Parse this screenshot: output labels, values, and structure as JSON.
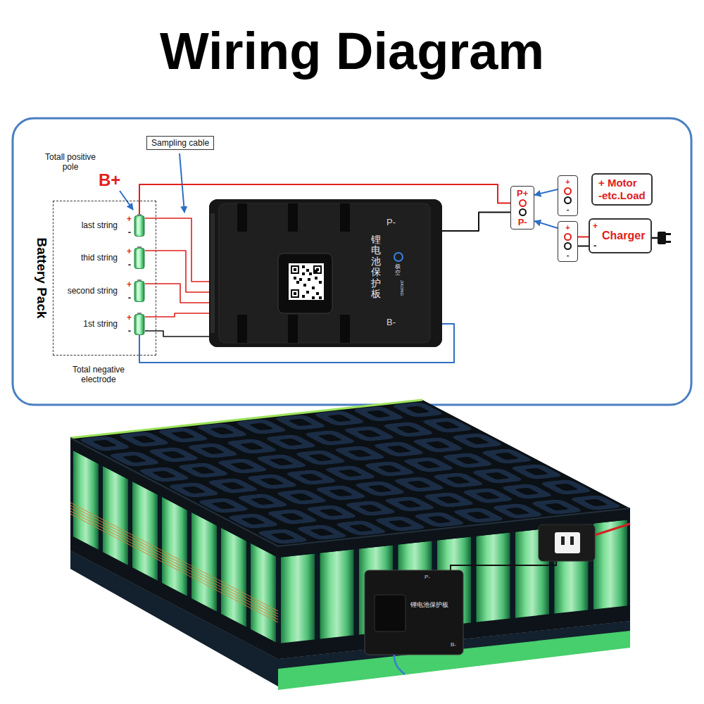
{
  "diagram": {
    "title": "Wiring Diagram",
    "nodes": [
      {
        "text": [
          "Sampling cable"
        ]
      },
      {
        "text": [
          "Battery Pack"
        ]
      },
      {
        "text": [
          "last string",
          "+",
          "-"
        ],
        "in": 1
      },
      {
        "text": [
          "thid string",
          "+",
          "-"
        ],
        "in": 1
      },
      {
        "text": [
          "second string",
          "+",
          "-"
        ],
        "in": 1
      },
      {
        "text": [
          "1st string",
          "+",
          "-"
        ],
        "in": 1
      },
      {
        "text": [
          "P-",
          "锂电池保护板",
          "极空",
          "JIKONG",
          "B-"
        ]
      },
      {
        "text": [
          "P+",
          "P-"
        ]
      },
      {
        "text": [
          "+",
          "-"
        ]
      },
      {
        "text": [
          "+ Motor",
          "-etc.Load"
        ]
      },
      {
        "text": [
          "+",
          "-"
        ]
      },
      {
        "text": [
          "+",
          "Charger",
          "-"
        ]
      }
    ],
    "edges": [
      {
        "from": 2,
        "to": 7,
        "arrow": "none"
      },
      {
        "from": 6,
        "to": 7,
        "arrow": "none"
      },
      {
        "from": 6,
        "to": 5,
        "arrow": "none"
      },
      {
        "from": 2,
        "to": 6,
        "arrow": "none"
      },
      {
        "from": 3,
        "to": 6,
        "arrow": "none"
      },
      {
        "from": 4,
        "to": 6,
        "arrow": "none"
      },
      {
        "from": 5,
        "to": 6,
        "arrow": "none"
      },
      {
        "from": 5,
        "to": 6,
        "arrow": "none"
      },
      {
        "from": 8,
        "to": 7,
        "arrow": "to"
      },
      {
        "from": 10,
        "to": 7,
        "arrow": "to"
      },
      {
        "from": 10,
        "to": 11,
        "arrow": "none"
      },
      {
        "from": 10,
        "to": 11,
        "arrow": "none"
      }
    ],
    "labels": [
      "Totall positive pole",
      "B+",
      "Total negative electrode",
      "锂电池保护板",
      "P-",
      "B-"
    ]
  }
}
